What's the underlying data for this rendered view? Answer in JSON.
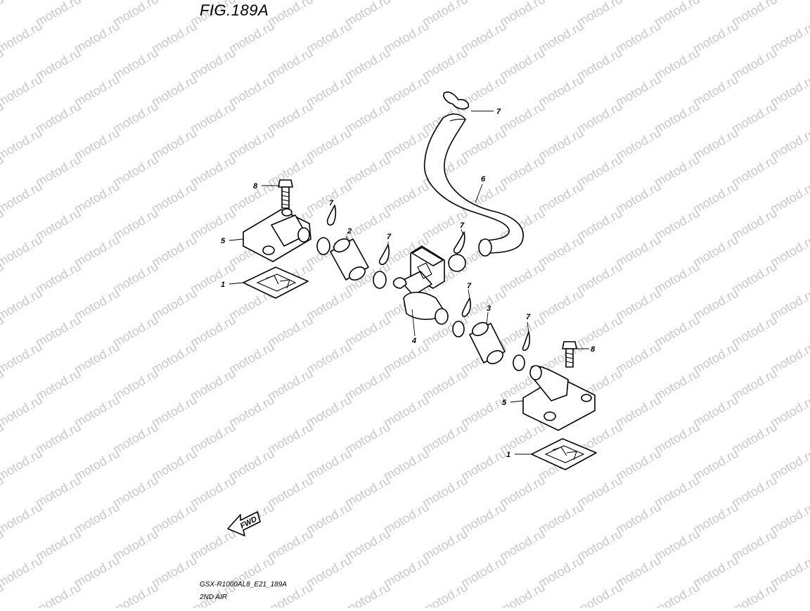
{
  "figure": {
    "title": "FIG.189A",
    "code": "GSX-R1000AL8_E21_189A",
    "name": "2ND AIR"
  },
  "watermark": "motod.ru",
  "fwd_label": "FWD",
  "callouts": [
    {
      "id": "c8a",
      "label": "8"
    },
    {
      "id": "c5a",
      "label": "5"
    },
    {
      "id": "c1a",
      "label": "1"
    },
    {
      "id": "c7a",
      "label": "7"
    },
    {
      "id": "c2",
      "label": "2"
    },
    {
      "id": "c7b",
      "label": "7"
    },
    {
      "id": "c4",
      "label": "4"
    },
    {
      "id": "c7c",
      "label": "7"
    },
    {
      "id": "c6",
      "label": "6"
    },
    {
      "id": "c7d",
      "label": "7"
    },
    {
      "id": "c7e",
      "label": "7"
    },
    {
      "id": "c3",
      "label": "3"
    },
    {
      "id": "c7f",
      "label": "7"
    },
    {
      "id": "c8b",
      "label": "8"
    },
    {
      "id": "c5b",
      "label": "5"
    },
    {
      "id": "c1b",
      "label": "1"
    }
  ]
}
